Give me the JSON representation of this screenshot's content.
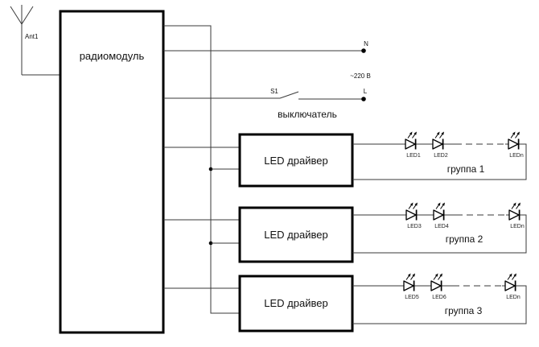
{
  "schematic": {
    "background": "#ffffff",
    "wire_color": "#3a3a3a",
    "box_color": "#000000",
    "antenna": {
      "ref": "Ant1"
    },
    "radio_module": {
      "label": "радиомодуль"
    },
    "mains": {
      "neutral_label": "N",
      "line_label": "L",
      "voltage": "~220 В",
      "switch_ref": "S1",
      "switch_name": "выключатель"
    },
    "drivers": [
      {
        "label": "LED драйвер"
      },
      {
        "label": "LED драйвер"
      },
      {
        "label": "LED драйвер"
      }
    ],
    "groups": [
      {
        "name": "группа 1",
        "leds": [
          "LED1",
          "LED2",
          "LEDn"
        ]
      },
      {
        "name": "группа 2",
        "leds": [
          "LED3",
          "LED4",
          "LEDn"
        ]
      },
      {
        "name": "группа 3",
        "leds": [
          "LED5",
          "LED6",
          "LEDn"
        ]
      }
    ]
  }
}
